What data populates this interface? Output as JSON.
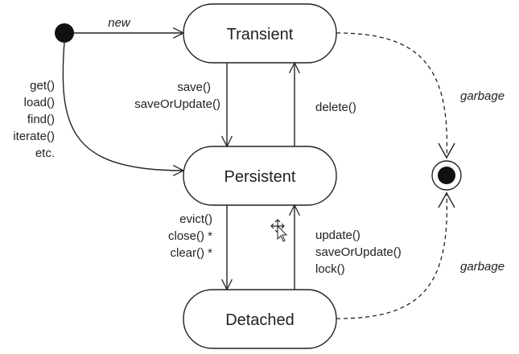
{
  "states": {
    "transient": "Transient",
    "persistent": "Persistent",
    "detached": "Detached"
  },
  "edges": {
    "new": "new",
    "get_lines": [
      "get()",
      "load()",
      "find()",
      "iterate()",
      "etc."
    ],
    "save_lines": [
      "save()",
      "saveOrUpdate()"
    ],
    "delete": "delete()",
    "evict_lines": [
      "evict()",
      "close() *",
      "clear() *"
    ],
    "update_lines": [
      "update()",
      "saveOrUpdate()",
      "lock()"
    ],
    "garbage_top": "garbage",
    "garbage_bottom": "garbage"
  },
  "colors": {
    "stroke": "#222222",
    "background": "#ffffff"
  }
}
